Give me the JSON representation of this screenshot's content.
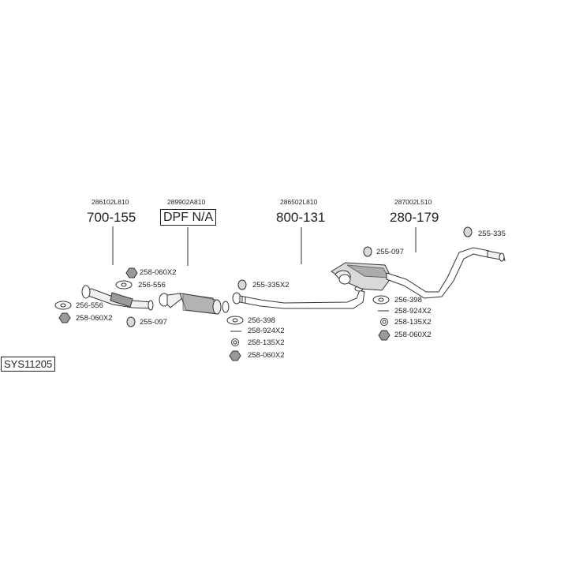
{
  "system_code": "SYS11205",
  "sections": [
    {
      "oem": "286102L810",
      "number": "700-155"
    },
    {
      "oem": "289902A810",
      "number": "DPF N/A"
    },
    {
      "oem": "286502L810",
      "number": "800-131"
    },
    {
      "oem": "287002L510",
      "number": "280-179"
    }
  ],
  "parts": {
    "p1": "258-060X2",
    "p2": "256-556",
    "p3": "256-556",
    "p4": "258-060X2",
    "p5": "255-097",
    "p6": "255-335X2",
    "p7": "256-398",
    "p8": "258-924X2",
    "p9": "258-135X2",
    "p10": "258-060X2",
    "p11": "255-097",
    "p12": "256-398",
    "p13": "258-924X2",
    "p14": "258-135X2",
    "p15": "258-060X2",
    "p16": "255-335"
  },
  "colors": {
    "line": "#333333",
    "fill_light": "#f0f0f0",
    "fill_mid": "#d9d9d9",
    "fill_dark": "#9a9a9a"
  }
}
